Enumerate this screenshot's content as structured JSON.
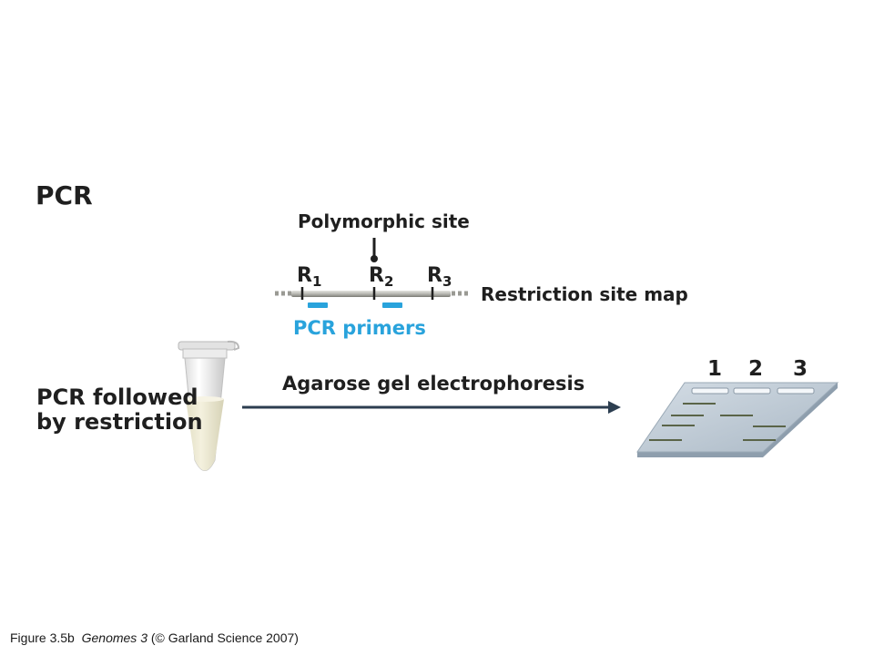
{
  "panel_title": "PCR",
  "map": {
    "polymorphic_label": "Polymorphic site",
    "restriction_map_label": "Restriction site map",
    "primers_label": "PCR primers",
    "sites": [
      {
        "letter": "R",
        "index": "1"
      },
      {
        "letter": "R",
        "index": "2"
      },
      {
        "letter": "R",
        "index": "3"
      }
    ]
  },
  "procedure": {
    "line1": "PCR followed",
    "line2": "by restriction",
    "arrow_label": "Agarose gel electrophoresis"
  },
  "gel": {
    "lanes": [
      "1",
      "2",
      "3"
    ]
  },
  "caption": {
    "prefix": "Figure 3.5b",
    "book": "Genomes 3",
    "suffix": "(© Garland Science 2007)"
  },
  "colors": {
    "primer_blue": "#29a3dc",
    "arrow": "#2c3e50",
    "gel": "#b5c4d0",
    "band": "#5a6448",
    "tube_liquid": "#ece8cf"
  }
}
